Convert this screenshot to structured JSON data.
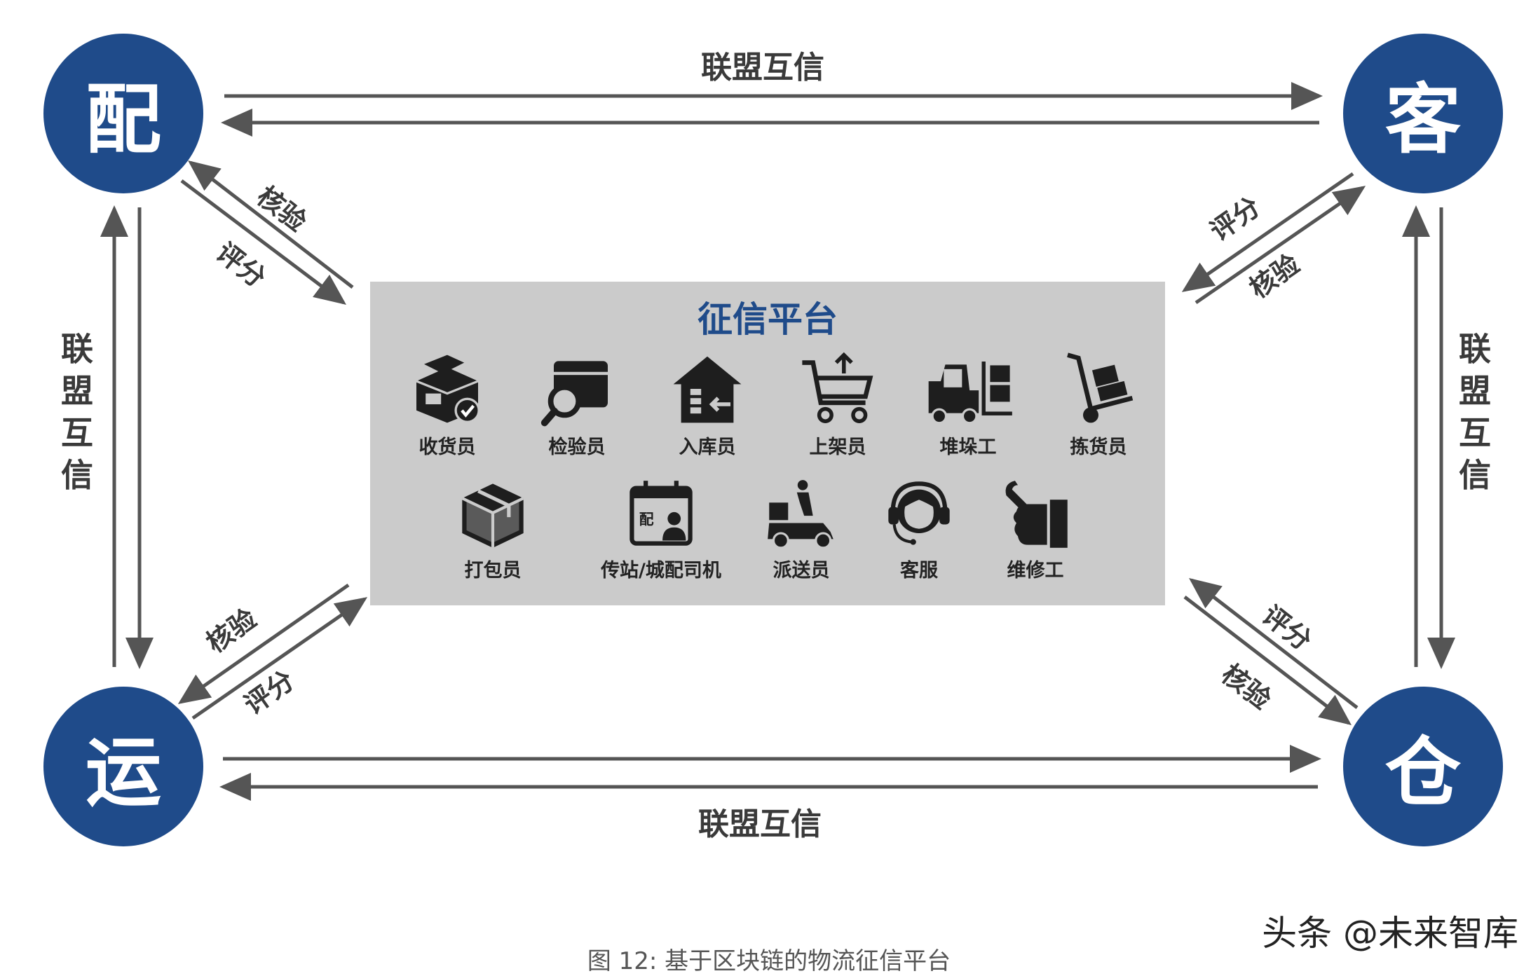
{
  "nodes": {
    "pei": "配",
    "ke": "客",
    "yun": "运",
    "cang": "仓"
  },
  "edges": {
    "alliance_label": "联盟互信",
    "verify_label": "核验",
    "rating_label": "评分"
  },
  "platform": {
    "title": "征信平台",
    "roles_row1": [
      {
        "label": "收货员",
        "icon": "receive-box-icon"
      },
      {
        "label": "检验员",
        "icon": "inspect-magnifier-icon"
      },
      {
        "label": "入库员",
        "icon": "warehouse-inbound-icon"
      },
      {
        "label": "上架员",
        "icon": "shelving-cart-icon"
      },
      {
        "label": "堆垛工",
        "icon": "forklift-icon"
      },
      {
        "label": "拣货员",
        "icon": "hand-truck-icon"
      }
    ],
    "roles_row2": [
      {
        "label": "打包员",
        "icon": "package-box-icon"
      },
      {
        "label": "传站/城配司机",
        "icon": "driver-calendar-icon"
      },
      {
        "label": "派送员",
        "icon": "delivery-scooter-icon"
      },
      {
        "label": "客服",
        "icon": "headset-agent-icon"
      },
      {
        "label": "维修工",
        "icon": "wrench-hand-icon"
      }
    ]
  },
  "caption": "图 12: 基于区块链的物流征信平台",
  "watermark": "头条 @未来智库",
  "colors": {
    "node_fill": "#1f4b8a",
    "arrow": "#555555",
    "platform_bg": "#cbcbcb",
    "platform_title": "#1f4b8a",
    "icon": "#1e1e1e"
  }
}
